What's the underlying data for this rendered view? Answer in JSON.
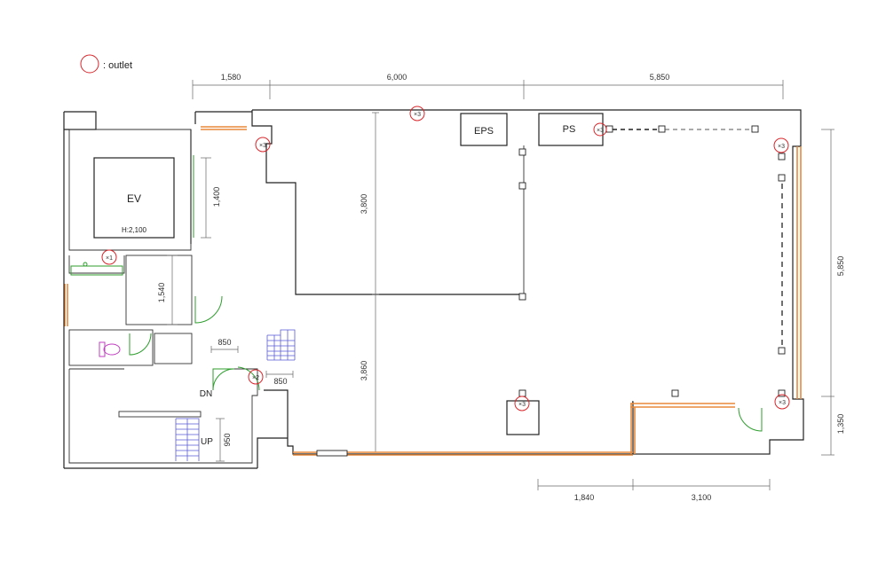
{
  "legend": {
    "label": ": outlet",
    "symbol_color": "#d9262b"
  },
  "rooms": {
    "ev": "EV",
    "ev_height": "H:2,100",
    "eps": "EPS",
    "ps": "PS",
    "dn": "DN",
    "up": "UP"
  },
  "dimensions": {
    "top_1": "1,580",
    "top_2": "6,000",
    "top_3": "5,850",
    "right_1": "5,850",
    "right_2": "1,350",
    "bottom_1": "1,840",
    "bottom_2": "3,100",
    "ev_side": "1,400",
    "corridor": "1,540",
    "door_1": "850",
    "door_2": "850",
    "stair_up": "950",
    "hall_upper": "3,800",
    "hall_lower": "3,860"
  },
  "outlets": {
    "o1": "×3",
    "o2": "×3",
    "o3": "×3",
    "o4": "×3",
    "o5": "×1",
    "o6": "×2",
    "o7": "×3",
    "o8": "×3"
  },
  "colors": {
    "wall": "#222222",
    "window": "#e8893a",
    "door": "#2e9e2e",
    "outlet": "#d9262b",
    "stair": "#5a5ad6",
    "toilet": "#c23fc2"
  }
}
